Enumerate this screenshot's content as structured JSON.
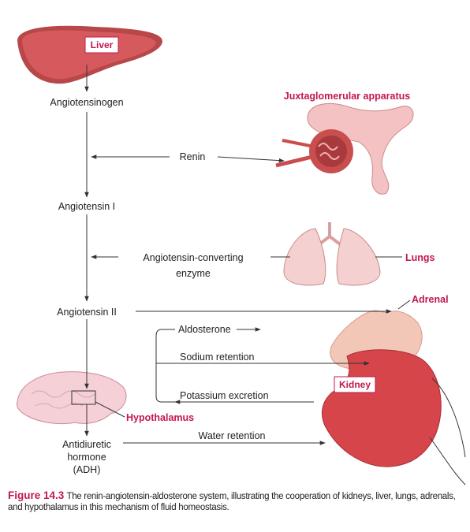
{
  "labels": {
    "liver": "Liver",
    "angiotensinogen": "Angiotensinogen",
    "juxtaglomerular": "Juxtaglomerular apparatus",
    "renin": "Renin",
    "angiotensin_1": "Angiotensin I",
    "ace_line1": "Angiotensin-converting",
    "ace_line2": "enzyme",
    "lungs": "Lungs",
    "angiotensin_2": "Angiotensin II",
    "adrenal": "Adrenal",
    "aldosterone": "Aldosterone",
    "sodium_retention": "Sodium retention",
    "potassium_excretion": "Potassium excretion",
    "kidney": "Kidney",
    "hypothalamus": "Hypothalamus",
    "adh_line1": "Antidiuretic",
    "adh_line2": "hormone",
    "adh_line3": "(ADH)",
    "water_retention": "Water retention"
  },
  "caption": {
    "label": "Figure 14.3",
    "text": "The renin-angiotensin-aldosterone system, illustrating the cooperation of kidneys, liver, lungs, adrenals, and hypothalamus in this mechanism of fluid homeostasis."
  },
  "colors": {
    "accent": "#c2184d",
    "organ_fill": "#e88c8c",
    "organ_dark": "#b8474a",
    "kidney_fill": "#d6454a",
    "adrenal_fill": "#f2c7b7",
    "line": "#333333"
  }
}
